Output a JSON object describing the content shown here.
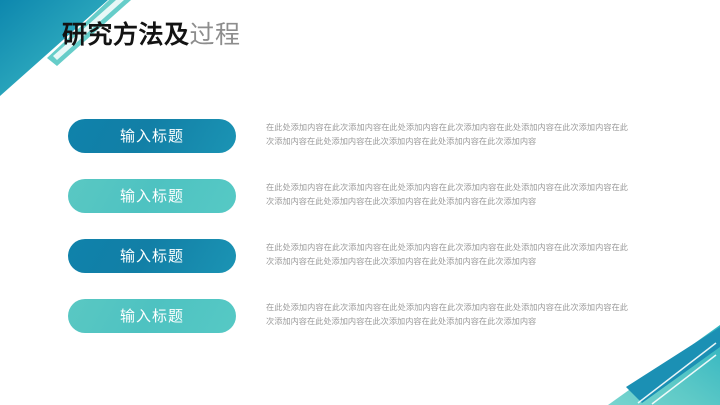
{
  "slide": {
    "title_strong": "研究方法及",
    "title_light": "过程",
    "colors": {
      "accent_dark": "#0f82ab",
      "accent_light": "#4ec2c1",
      "title_dark": "#131313",
      "title_gray": "#8d8d8d",
      "body_text": "#9a9a9a",
      "background": "#ffffff"
    },
    "decoration": {
      "top_left": "diagonal-ribbon",
      "bottom_right": "diagonal-ribbon"
    }
  },
  "rows": [
    {
      "button_label": "输入标题",
      "style": "dark",
      "paragraph": "在此处添加内容在此次添加内容在此处添加内容在此次添加内容在此处添加内容在此次添加内容在此次添加内容在此处添加内容在此次添加内容在此处添加内容在此次添加内容"
    },
    {
      "button_label": "输入标题",
      "style": "light",
      "paragraph": "在此处添加内容在此次添加内容在此处添加内容在此次添加内容在此处添加内容在此次添加内容在此次添加内容在此处添加内容在此次添加内容在此处添加内容在此次添加内容"
    },
    {
      "button_label": "输入标题",
      "style": "dark",
      "paragraph": "在此处添加内容在此次添加内容在此处添加内容在此次添加内容在此处添加内容在此次添加内容在此次添加内容在此处添加内容在此次添加内容在此处添加内容在此次添加内容"
    },
    {
      "button_label": "输入标题",
      "style": "light",
      "paragraph": "在此处添加内容在此次添加内容在此处添加内容在此次添加内容在此处添加内容在此次添加内容在此次添加内容在此处添加内容在此次添加内容在此处添加内容在此次添加内容"
    }
  ]
}
